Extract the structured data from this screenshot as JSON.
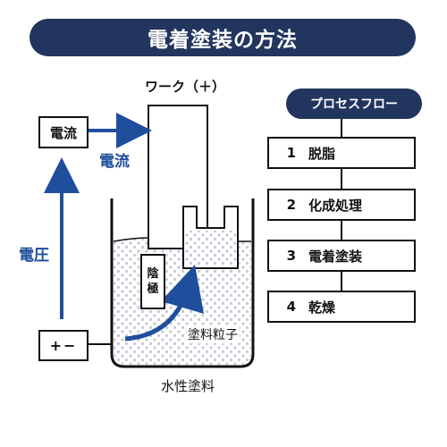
{
  "title": "電着塗装の方法",
  "work_label": "ワーク（＋）",
  "current_box": "電流",
  "current_label": "電流",
  "voltage_label": "電圧",
  "power_label": "+−",
  "cathode_label": [
    "陰",
    "極"
  ],
  "particles_label": "塗料粒子",
  "paint_label": "水性塗料",
  "process_flow": {
    "title": "プロセスフロー",
    "steps": [
      {
        "num": "1",
        "label": "脱脂"
      },
      {
        "num": "2",
        "label": "化成処理"
      },
      {
        "num": "3",
        "label": "電着塗装"
      },
      {
        "num": "4",
        "label": "乾燥"
      }
    ]
  },
  "colors": {
    "navy": "#21355e",
    "blue": "#1f4e9c",
    "dots": "#c5c9d6"
  }
}
